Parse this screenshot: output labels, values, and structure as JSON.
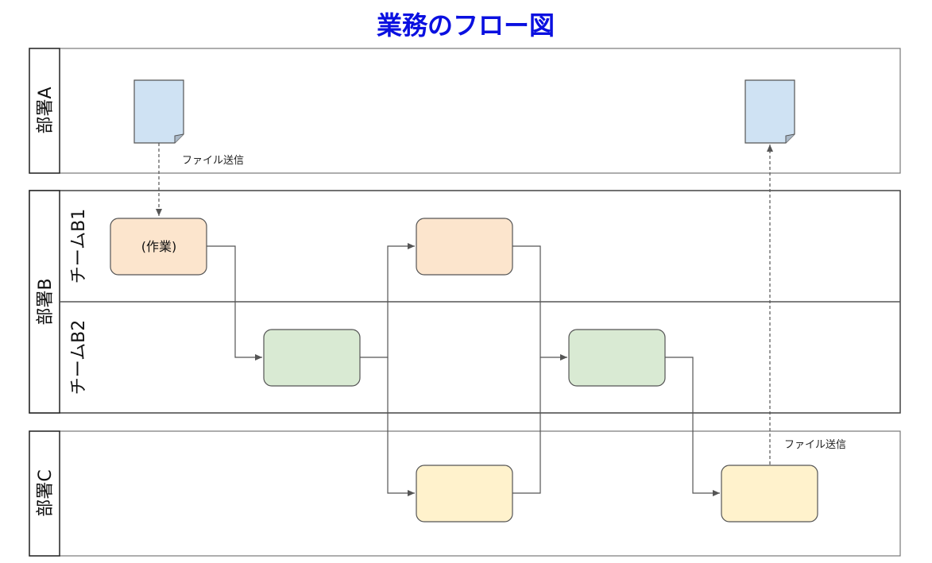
{
  "title": "業務のフロー図",
  "colors": {
    "title": "#0a10e0",
    "border": "#555555",
    "arrow": "#555555",
    "document_fill": "#cfe2f3",
    "orange_fill": "#fce5cd",
    "green_fill": "#d9ead3",
    "yellow_fill": "#fff2cc"
  },
  "lanes": {
    "dept_a": "部署A",
    "dept_b": "部署B",
    "team_b1": "チームB1",
    "team_b2": "チームB2",
    "dept_c": "部署C"
  },
  "nodes": {
    "task_b1_first": "(作業)",
    "task_b2_first": "",
    "task_b1_second": "",
    "task_b2_second": "",
    "task_c_first": "",
    "task_c_second": ""
  },
  "edges": {
    "send_file_in": "ファイル送信",
    "send_file_out": "ファイル送信"
  }
}
